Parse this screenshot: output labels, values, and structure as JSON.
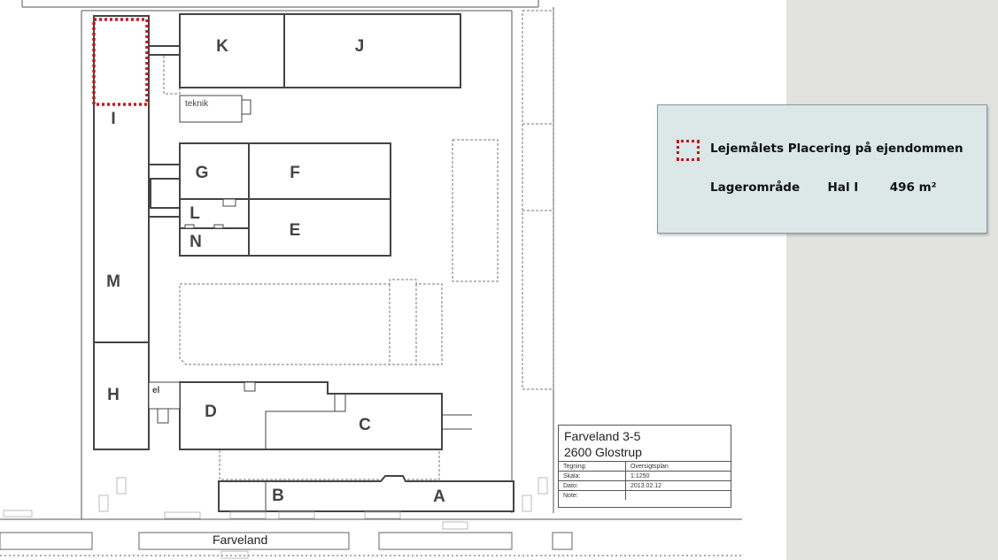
{
  "site_plan": {
    "building_labels": {
      "K": "K",
      "J": "J",
      "I": "I",
      "G": "G",
      "F": "F",
      "L": "L",
      "N": "N",
      "E": "E",
      "M": "M",
      "H": "H",
      "D": "D",
      "C": "C",
      "B": "B",
      "A": "A"
    },
    "technical_room_label": "teknik",
    "el_label": "el",
    "street_name": "Farveland"
  },
  "title_block": {
    "address_line1": "Farveland 3-5",
    "address_line2": "2600 Glostrup",
    "rows": [
      {
        "key": "Tegning:",
        "value": "Oversigtsplan"
      },
      {
        "key": "Skala:",
        "value": "1:1250"
      },
      {
        "key": "Dato:",
        "value": "2013.02.12"
      },
      {
        "key": "Note:",
        "value": ""
      }
    ]
  },
  "legend": {
    "title": "Lejemålets Placering på ejendommen",
    "area_type": "Lagerområde",
    "hall": "Hal I",
    "area": "496 m²",
    "swatch_color": "#c11a1a"
  },
  "colors": {
    "building_outline": "#444444",
    "dashed_outline": "#777777",
    "highlight": "#c11a1a",
    "legend_bg": "#dce7e7",
    "side_panel_bg": "#e2e2e0"
  }
}
